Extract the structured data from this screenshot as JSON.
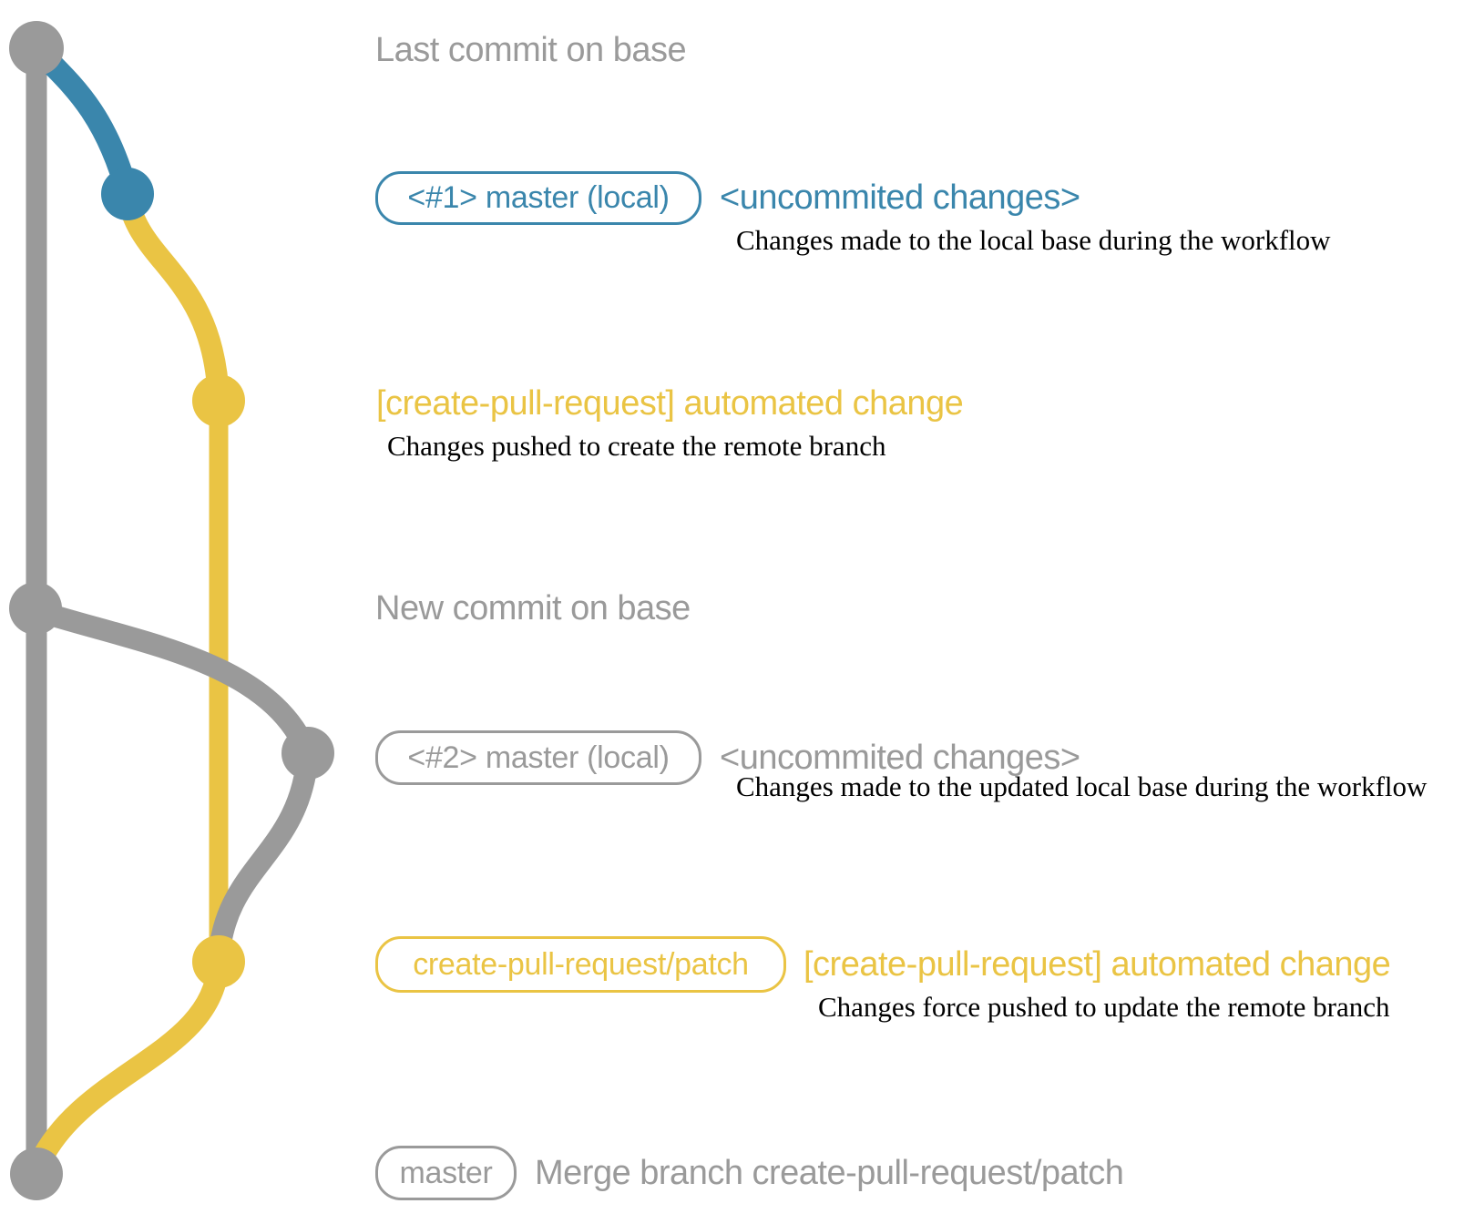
{
  "colors": {
    "gray": "#9a9a9a",
    "blue": "#3a86ac",
    "yellow": "#eac444",
    "caption_black": "#000000"
  },
  "headings": {
    "last_commit": "Last commit on base",
    "new_commit": "New commit on base"
  },
  "rows": {
    "row1": {
      "box_label": "<#1> master (local)",
      "side_label": "<uncommited changes>",
      "caption": "Changes made to the local base during the workflow"
    },
    "row2": {
      "label": "[create-pull-request] automated change",
      "caption": "Changes pushed to create the remote branch"
    },
    "row3": {
      "box_label": "<#2> master (local)",
      "side_label": "<uncommited changes>",
      "caption": "Changes made to the updated local base during the workflow"
    },
    "row4": {
      "box_label": "create-pull-request/patch",
      "side_label": "[create-pull-request] automated change",
      "caption": "Changes force pushed to update the remote branch"
    },
    "row5": {
      "box_label": "master",
      "side_label": "Merge branch create-pull-request/patch"
    }
  }
}
